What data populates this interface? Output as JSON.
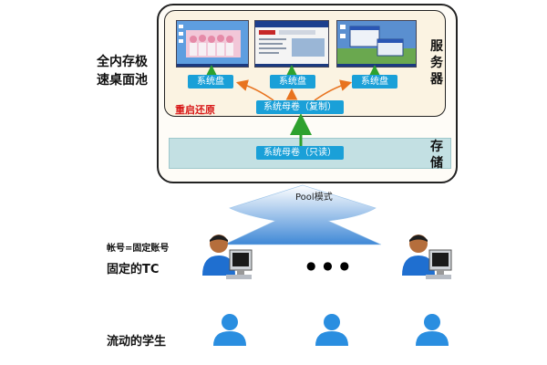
{
  "title_left": "全内存极速桌面池",
  "label_server": "服务器",
  "label_storage": "存储",
  "disks": [
    "系统盘",
    "系统盘",
    "系统盘"
  ],
  "parent_copy": "系统母卷（复制）",
  "parent_readonly": "系统母卷（只读）",
  "restore_label": "重启还原",
  "pool_label": "Pool模式",
  "tc_account": "帐号=固定账号",
  "tc_label": "固定的TC",
  "ellipsis": "● ● ●",
  "student_label": "流动的学生",
  "colors": {
    "pill_blue": "#1aa0d8",
    "arrow_orange": "#e8731f",
    "arrow_green": "#2ea12e",
    "storage_band": "#c3e0e3",
    "restore_red": "#d81818"
  },
  "icons": [
    "desktop-screenshot-icon",
    "user-at-computer-icon",
    "user-icon"
  ]
}
